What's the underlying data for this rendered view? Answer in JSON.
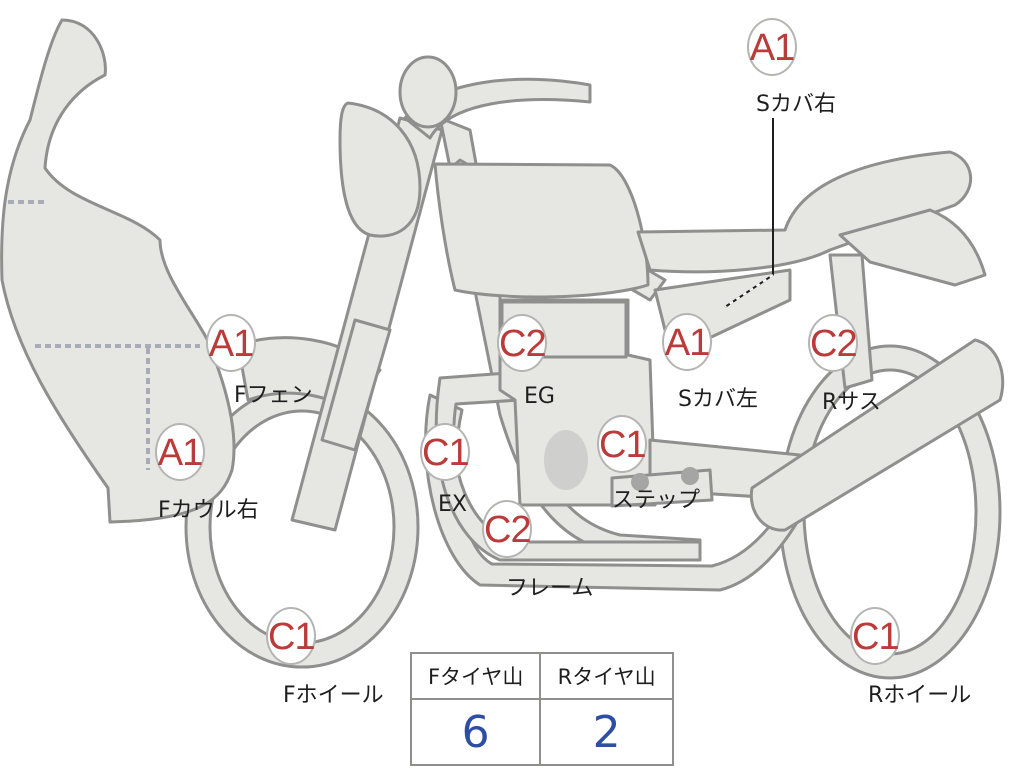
{
  "parts": [
    {
      "id": "s-cover-right",
      "label": "Sカバ右",
      "grade": "A1"
    },
    {
      "id": "f-fender",
      "label": "Fフェン",
      "grade": "A1"
    },
    {
      "id": "f-cowl-right",
      "label": "Fカウル右",
      "grade": "A1"
    },
    {
      "id": "engine",
      "label": "EG",
      "grade": "C2"
    },
    {
      "id": "exhaust",
      "label": "EX",
      "grade": "C1"
    },
    {
      "id": "step",
      "label": "ステップ",
      "grade": "C1"
    },
    {
      "id": "frame",
      "label": "フレーム",
      "grade": "C2"
    },
    {
      "id": "s-cover-left",
      "label": "Sカバ左",
      "grade": "A1"
    },
    {
      "id": "r-suspension",
      "label": "Rサス",
      "grade": "C2"
    },
    {
      "id": "f-wheel",
      "label": "Fホイール",
      "grade": "C1"
    },
    {
      "id": "r-wheel",
      "label": "Rホイール",
      "grade": "C1"
    }
  ],
  "tread_table": {
    "headers": [
      "Fタイヤ山",
      "Rタイヤ山"
    ],
    "values": [
      "6",
      "2"
    ]
  },
  "colors": {
    "grade_text": "#bb3a3a",
    "tread_value": "#2d4ea3",
    "bike_fill": "#e6e6e3",
    "bike_outline": "#8f908e"
  }
}
